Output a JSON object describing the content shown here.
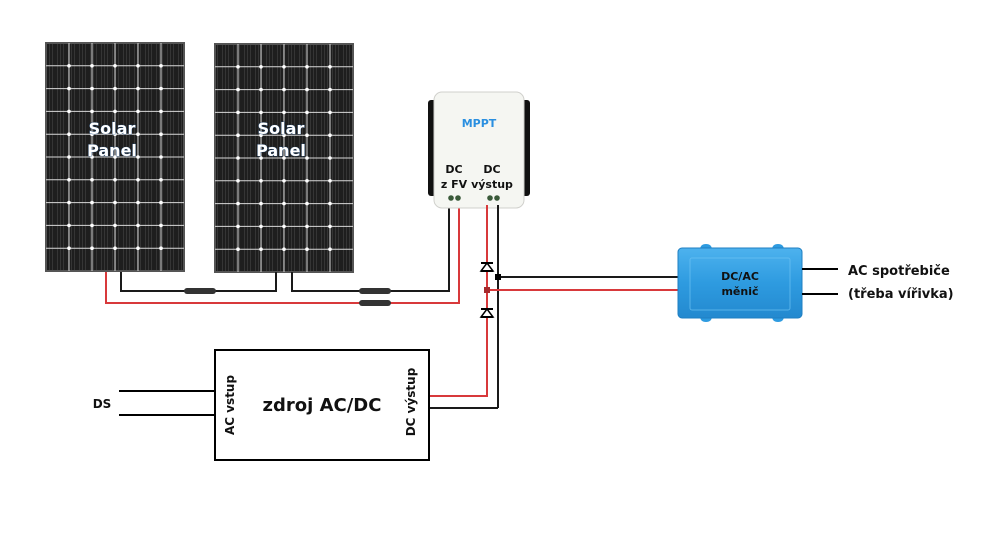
{
  "diagram": {
    "solar_panels": [
      {
        "label_line1": "Solar",
        "label_line2": "Panel"
      },
      {
        "label_line1": "Solar",
        "label_line2": "Panel"
      }
    ],
    "mppt": {
      "title": "MPPT",
      "input_label_line1": "DC",
      "input_label_line2": "z FV",
      "output_label_line1": "DC",
      "output_label_line2": "výstup"
    },
    "inverter": {
      "label_line1": "DC/AC",
      "label_line2": "měnič"
    },
    "ac_loads": {
      "label_line1": "AC spotřebiče",
      "label_line2": "(třeba vířivka)"
    },
    "power_supply": {
      "title": "zdroj AC/DC",
      "input_label": "AC vstup",
      "output_label": "DC výstup"
    },
    "grid_label": "DS",
    "colors": {
      "positive_wire": "#d8393b",
      "negative_wire": "#1a1a1a",
      "panel_body": "#1c1c1c",
      "inverter_body": "#2f9be0",
      "mppt_title": "#2a8fe0"
    }
  }
}
